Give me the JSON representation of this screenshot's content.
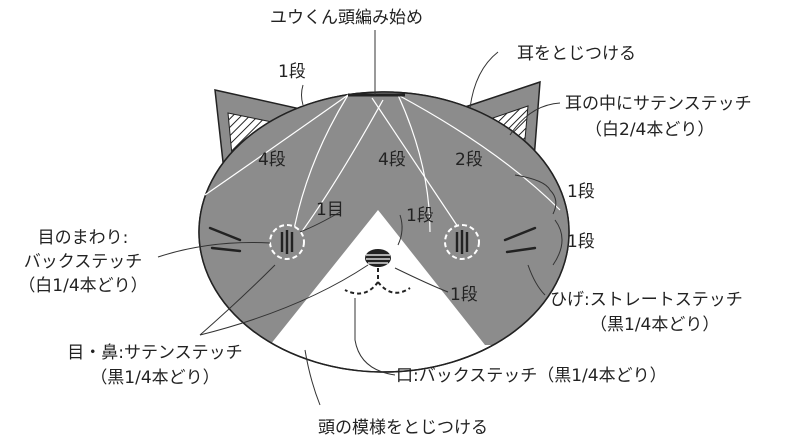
{
  "title": "ユウくん頭編み始め",
  "labels": {
    "dan1_top": "1段",
    "ear_attach": "耳をとじつける",
    "ear_inner_1": "耳の中にサテンステッチ",
    "ear_inner_2": "（白2/4本どり）",
    "dan4_left": "4段",
    "dan4_mid": "4段",
    "dan2": "2段",
    "dan1_right_a": "1段",
    "dan1_right_b": "1段",
    "me1": "1目",
    "dan1_center": "1段",
    "eye_around_1": "目のまわり:",
    "eye_around_2": "バックステッチ",
    "eye_around_3": "（白1/4本どり）",
    "dan1_mouth": "1段",
    "whisker_1": "ひげ:ストレートステッチ",
    "whisker_2": "（黒1/4本どり）",
    "eye_nose_1": "目・鼻:サテンステッチ",
    "eye_nose_2": "（黒1/4本どり）",
    "mouth": "口:バックステッチ（黒1/4本どり）",
    "head_pattern": "頭の模様をとじつける"
  },
  "colors": {
    "fur_gray": "#8c8c8c",
    "outline": "#222222",
    "white": "#ffffff",
    "leader": "#333333"
  }
}
